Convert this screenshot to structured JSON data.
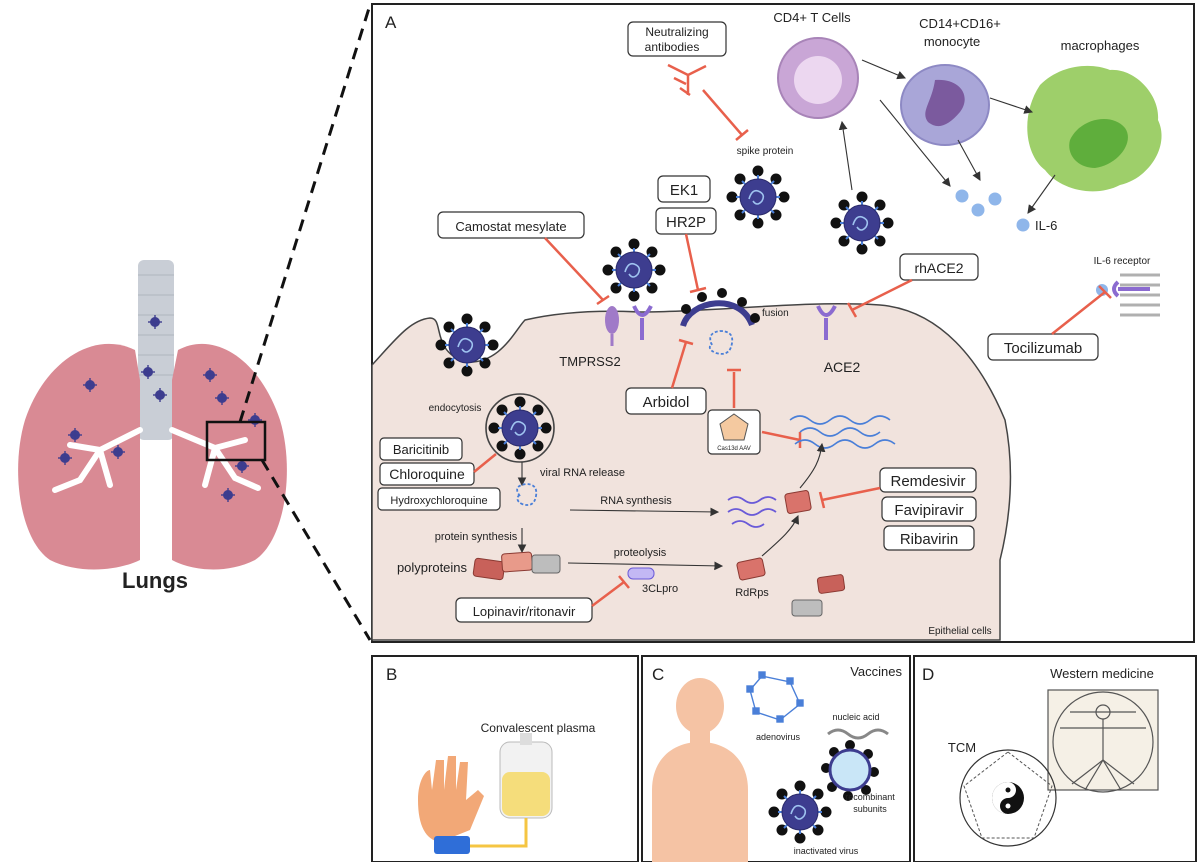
{
  "lungs": {
    "label": "Lungs"
  },
  "panel_a": {
    "letter": "A",
    "drugs": {
      "neutralizing_1": "Neutralizing",
      "neutralizing_2": "antibodies",
      "ek1": "EK1",
      "hr2p": "HR2P",
      "camostat": "Camostat mesylate",
      "rhace2": "rhACE2",
      "tocilizumab": "Tocilizumab",
      "arbidol": "Arbidol",
      "baricitinib": "Baricitinib",
      "chloroquine": "Chloroquine",
      "hydroxychloroquine": "Hydroxychloroquine",
      "remdesivir": "Remdesivir",
      "favipiravir": "Favipiravir",
      "ribavirin": "Ribavirin",
      "lopinavir": "Lopinavir/ritonavir",
      "cas13d": "Cas13d AAV"
    },
    "labels": {
      "cd4": "CD4+ T Cells",
      "monocyte_1": "CD14+CD16+",
      "monocyte_2": "monocyte",
      "macrophages": "macrophages",
      "spike": "spike protein",
      "il6": "IL-6",
      "il6r": "IL-6 receptor",
      "fusion": "fusion",
      "tmprss2": "TMPRSS2",
      "ace2": "ACE2",
      "endocytosis": "endocytosis",
      "viral_rna": "viral RNA release",
      "rna_synthesis": "RNA synthesis",
      "protein_synthesis": "protein synthesis",
      "proteolysis": "proteolysis",
      "polyproteins": "polyproteins",
      "cl3pro": "3CLpro",
      "rdrps": "RdRps",
      "epithelial": "Epithelial cells"
    }
  },
  "panel_b": {
    "letter": "B",
    "title": "Convalescent plasma"
  },
  "panel_c": {
    "letter": "C",
    "title": "Vaccines",
    "adenovirus": "adenovirus",
    "nucleic": "nucleic acid",
    "recombinant_1": "recombinant",
    "recombinant_2": "subunits",
    "inactivated": "inactivated virus"
  },
  "panel_d": {
    "letter": "D",
    "title": "Western medicine",
    "tcm": "TCM"
  },
  "colors": {
    "inhibitor": "#e8604c",
    "cell_membrane": "#f1e3dd",
    "virus_core": "#3d3d8f",
    "lung": "#d98a94",
    "macrophage": "#9ecf6a",
    "tcell": "#c9a6d6",
    "monocyte": "#a9a6d8"
  }
}
